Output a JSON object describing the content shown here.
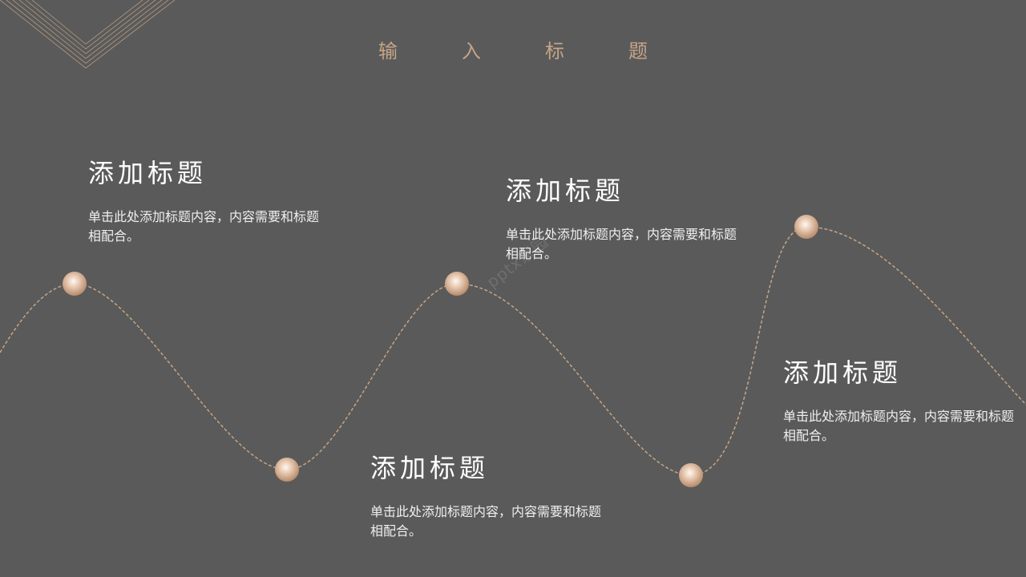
{
  "page": {
    "title": "输入标题"
  },
  "watermark": "pptx家园",
  "colors": {
    "background": "#5a5a5a",
    "accent": "#c6a487",
    "pearl_light": "#fff6ef",
    "pearl_dark": "#c49a7c",
    "text": "#ffffff"
  },
  "blocks": [
    {
      "title": "添加标题",
      "body": "单击此处添加标题内容，内容需要和标题相配合。"
    },
    {
      "title": "添加标题",
      "body": "单击此处添加标题内容，内容需要和标题相配合。"
    },
    {
      "title": "添加标题",
      "body": "单击此处添加标题内容，内容需要和标题相配合。"
    },
    {
      "title": "添加标题",
      "body": "单击此处添加标题内容，内容需要和标题相配合。"
    }
  ]
}
